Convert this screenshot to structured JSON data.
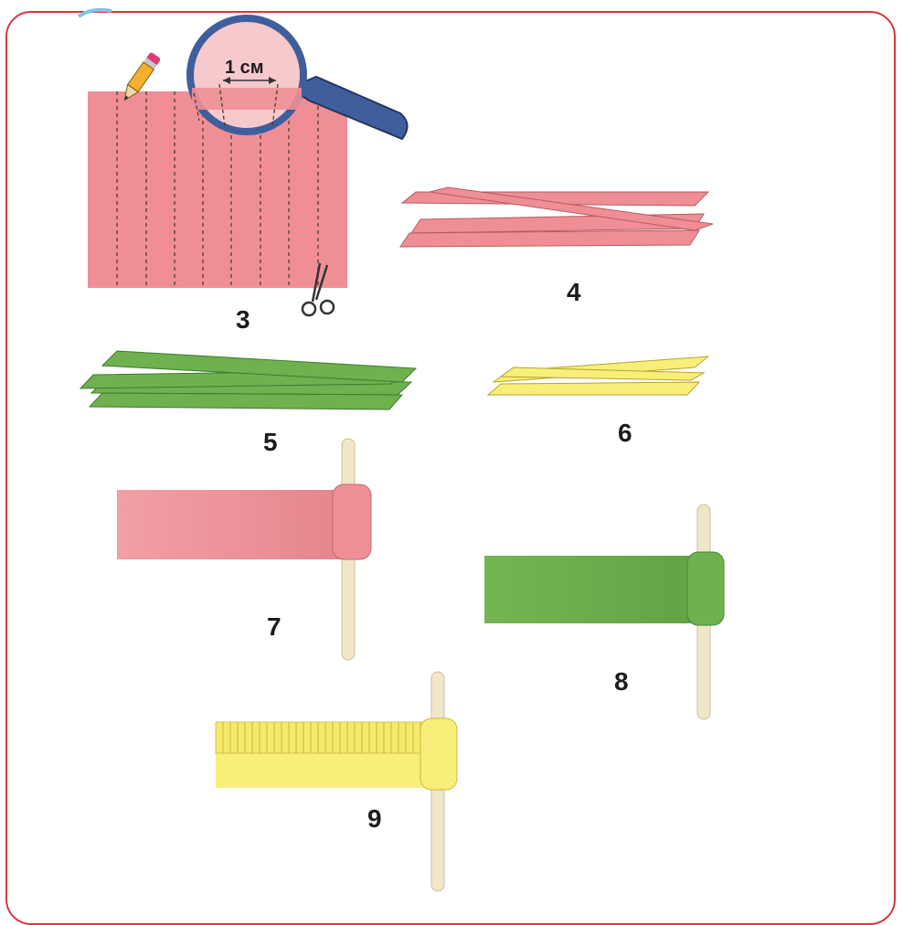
{
  "colors": {
    "frame": "#d6383b",
    "pink_paper": "#ef8f95",
    "green_paper": "#6fb04f",
    "yellow_paper": "#f8ee7a",
    "stick": "#f1e6c8",
    "magnifier_handle": "#3f5f9c"
  },
  "icons": [
    "pencil-icon",
    "magnifier-icon",
    "scissors-icon"
  ],
  "measurement_label": "1 см",
  "steps": {
    "s3": "3",
    "s4": "4",
    "s5": "5",
    "s6": "6",
    "s7": "7",
    "s8": "8",
    "s9": "9"
  }
}
